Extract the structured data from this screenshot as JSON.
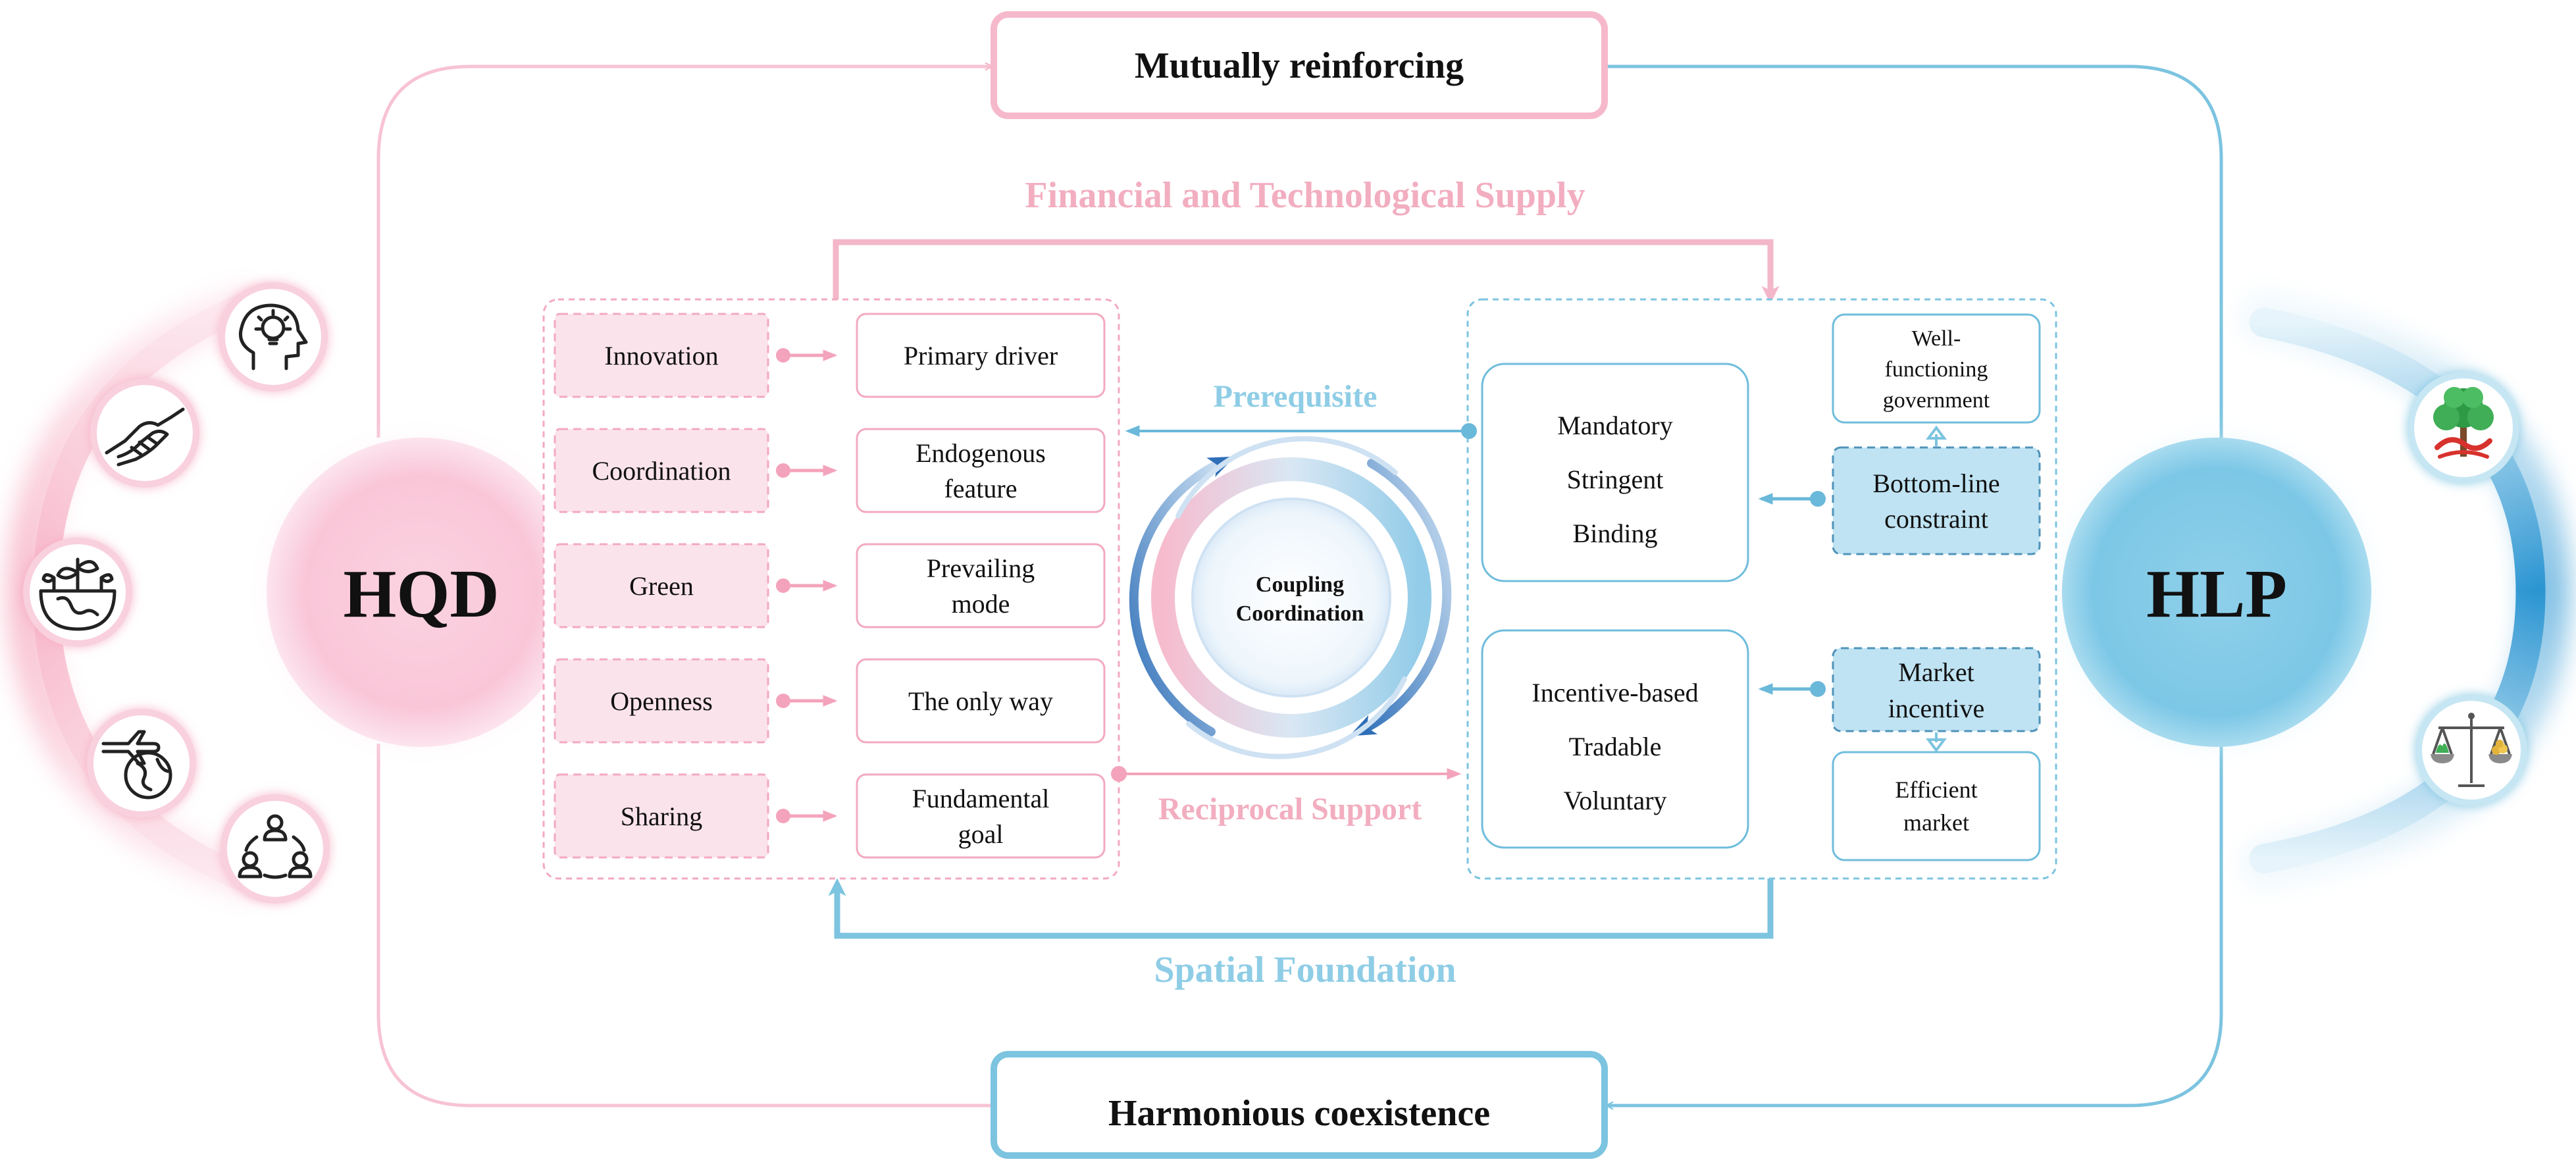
{
  "top_box": "Mutually reinforcing",
  "bottom_box": "Harmonious coexistence",
  "supply_label": "Financial  and Technological Supply",
  "spatial_label": "Spatial Foundation",
  "prerequisite_label": "Prerequisite",
  "reciprocal_label": "Reciprocal Support",
  "hqd": {
    "label": "HQD"
  },
  "hlp": {
    "label": "HLP"
  },
  "coupling": {
    "line1": "Coupling",
    "line2": "Coordination"
  },
  "hqd_rows": [
    {
      "concept": "Innovation",
      "role": [
        "Primary driver"
      ]
    },
    {
      "concept": "Coordination",
      "role": [
        "Endogenous",
        "feature"
      ]
    },
    {
      "concept": "Green",
      "role": [
        "Prevailing",
        "mode"
      ]
    },
    {
      "concept": "Openness",
      "role": [
        "The only way"
      ]
    },
    {
      "concept": "Sharing",
      "role": [
        "Fundamental",
        "goal"
      ]
    }
  ],
  "hlp_blocks": {
    "mandatory": [
      "Mandatory",
      "Stringent",
      "Binding"
    ],
    "incentive": [
      "Incentive-based",
      "Tradable",
      "Voluntary"
    ],
    "government": [
      "Well-",
      "functioning",
      "government"
    ],
    "bottom_line": [
      "Bottom-line",
      "constraint"
    ],
    "market_incentive": [
      "Market",
      "incentive"
    ],
    "efficient_market": [
      "Efficient",
      "market"
    ]
  },
  "hqd_icons": [
    "lightbulb-head-icon",
    "handshake-icon",
    "plant-globe-icon",
    "airplane-globe-icon",
    "people-network-icon"
  ],
  "hlp_icons": [
    "tree-land-icon",
    "balance-scale-icon"
  ],
  "colors": {
    "pink": "#f3b7c9",
    "pink_text": "#f2aec0",
    "pink_fill": "#fbe3ec",
    "blue": "#7cc4e0",
    "blue_text": "#8fcde6",
    "blue_fill": "#bfe3f3",
    "dark_blue": "#2f6fb8"
  }
}
